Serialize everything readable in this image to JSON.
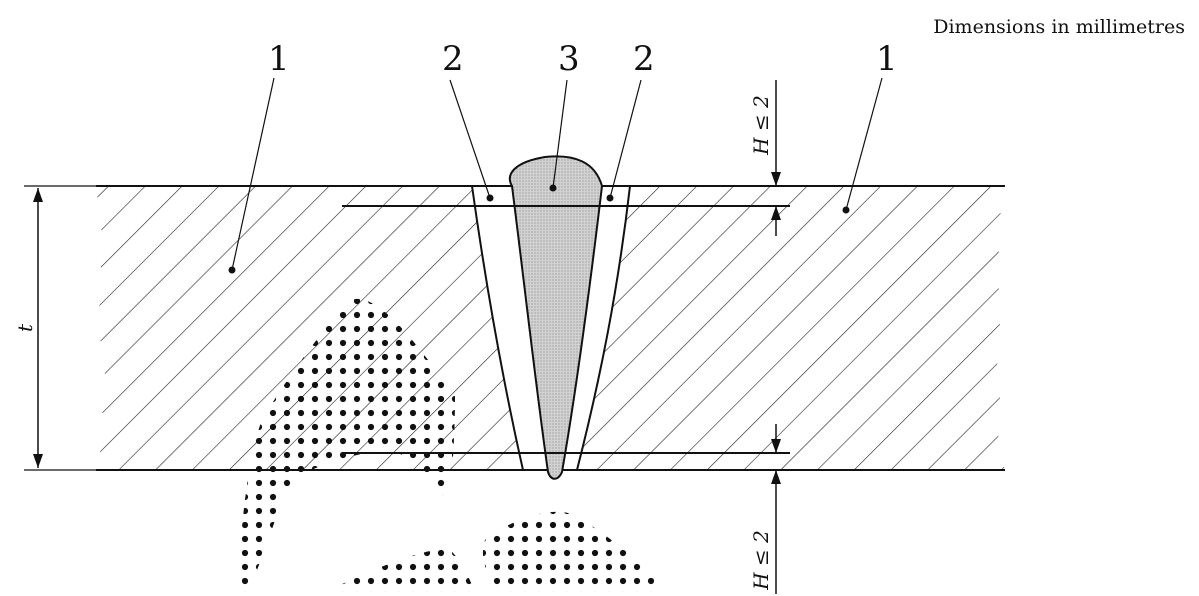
{
  "header": {
    "dimensions_note": "Dimensions in millimetres"
  },
  "callouts": {
    "base_metal_left": "1",
    "base_metal_right": "1",
    "haz_left": "2",
    "haz_right": "2",
    "weld_metal": "3"
  },
  "dimensions": {
    "thickness": "t",
    "top_zone": "H ≤ 2",
    "bottom_zone": "H ≤ 2"
  },
  "colors": {
    "line": "#111111",
    "weld_fill": "#cfcfcf"
  }
}
